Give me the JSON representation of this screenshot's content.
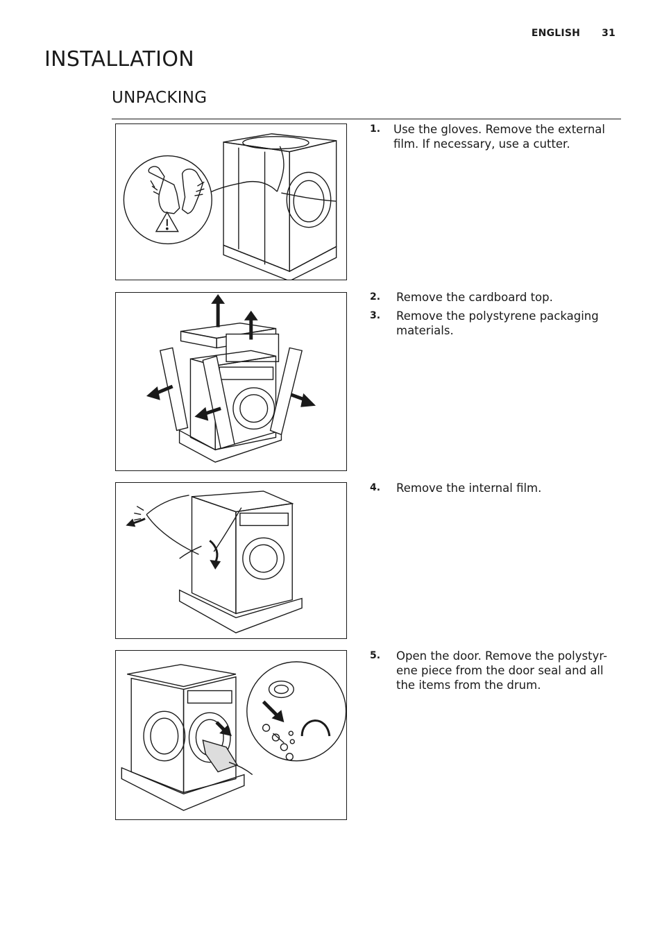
{
  "header": {
    "language": "ENGLISH",
    "page_number": "31"
  },
  "section_title": "INSTALLATION",
  "subsection_title": "UNPACKING",
  "steps": [
    {
      "items": [
        {
          "num": "1.",
          "text": "Use the gloves. Remove the external film. If necessary, use a cutter."
        }
      ]
    },
    {
      "items": [
        {
          "num": "2.",
          "text": "Remove the cardboard top."
        },
        {
          "num": "3.",
          "text": "Remove the polystyrene packaging materials."
        }
      ]
    },
    {
      "items": [
        {
          "num": "4.",
          "text": "Remove the internal film."
        }
      ]
    },
    {
      "items": [
        {
          "num": "5.",
          "text": "Open the door. Remove the polystyr-ene piece from the door seal and all the items from the drum."
        }
      ]
    }
  ],
  "illustrations": [
    {
      "icon": "gloves-warning-icon"
    },
    {
      "icon": "remove-packaging-icon"
    },
    {
      "icon": "internal-film-icon"
    },
    {
      "icon": "door-open-items-icon"
    }
  ]
}
